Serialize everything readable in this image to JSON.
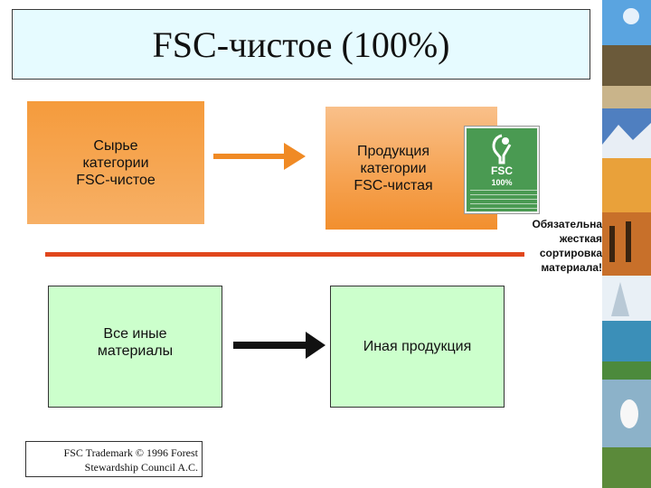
{
  "title": "FSC-чистое (100%)",
  "boxes": {
    "raw_fsc": "Сырье\nкатегории\nFSC-чистое",
    "product_fsc": "Продукция\nкатегории\nFSC-чистая",
    "other_materials": "Все иные\nматериалы",
    "other_product": "Иная продукция"
  },
  "note": "Обязательна\nжесткая\nсортировка\nматериала!",
  "trademark": "FSC Trademark © 1996 Forest\nStewardship Council A.C.",
  "logo": {
    "brand": "FSC",
    "percent": "100%"
  },
  "colors": {
    "orange": "#f59b3c",
    "green": "#ccffcc",
    "separator": "#e0461c",
    "arrow_orange": "#f08a24",
    "arrow_black": "#111111"
  }
}
